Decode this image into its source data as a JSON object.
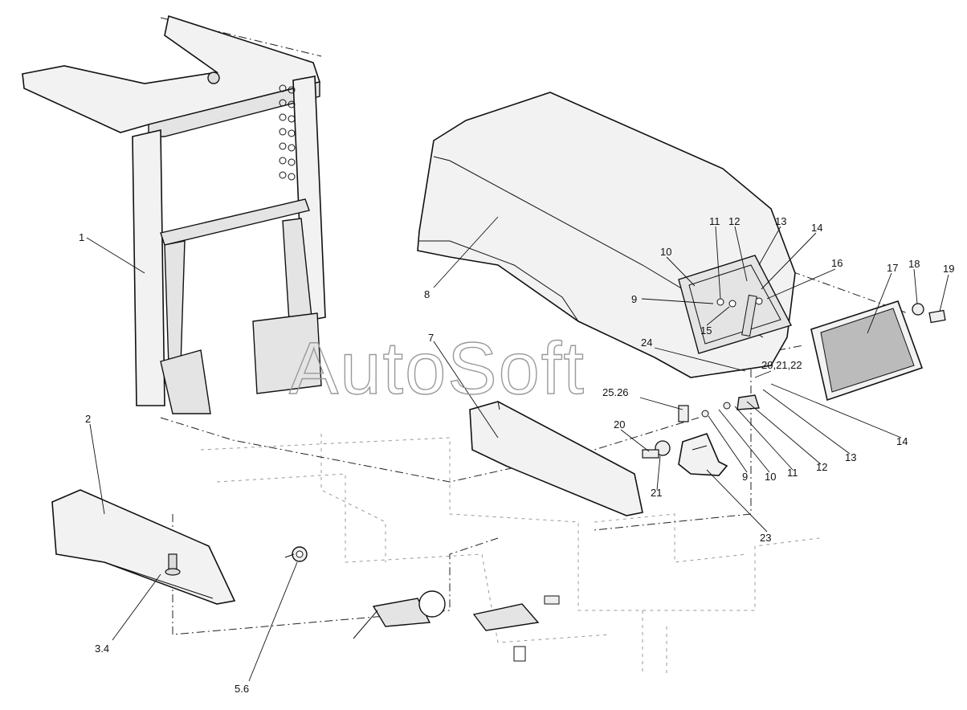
{
  "watermark": "AutoSoft",
  "callouts": [
    {
      "id": "c1",
      "text": "1"
    },
    {
      "id": "c2",
      "text": "2"
    },
    {
      "id": "c3",
      "text": "3.4"
    },
    {
      "id": "c4",
      "text": "5.6"
    },
    {
      "id": "c5",
      "text": "7"
    },
    {
      "id": "c6",
      "text": "8"
    },
    {
      "id": "c7",
      "text": "9"
    },
    {
      "id": "c8",
      "text": "10"
    },
    {
      "id": "c9",
      "text": "11"
    },
    {
      "id": "c10",
      "text": "12"
    },
    {
      "id": "c11",
      "text": "13"
    },
    {
      "id": "c12",
      "text": "14"
    },
    {
      "id": "c13",
      "text": "15"
    },
    {
      "id": "c14",
      "text": "16"
    },
    {
      "id": "c15",
      "text": "17"
    },
    {
      "id": "c16",
      "text": "18"
    },
    {
      "id": "c17",
      "text": "19"
    },
    {
      "id": "c18",
      "text": "24"
    },
    {
      "id": "c19",
      "text": "20,21,22"
    },
    {
      "id": "c20",
      "text": "25.26"
    },
    {
      "id": "c21",
      "text": "20"
    },
    {
      "id": "c22",
      "text": "21"
    },
    {
      "id": "c23",
      "text": "9"
    },
    {
      "id": "c24",
      "text": "10"
    },
    {
      "id": "c25",
      "text": "11"
    },
    {
      "id": "c26",
      "text": "12"
    },
    {
      "id": "c27",
      "text": "13"
    },
    {
      "id": "c28",
      "text": "14"
    },
    {
      "id": "c29",
      "text": "23"
    }
  ]
}
